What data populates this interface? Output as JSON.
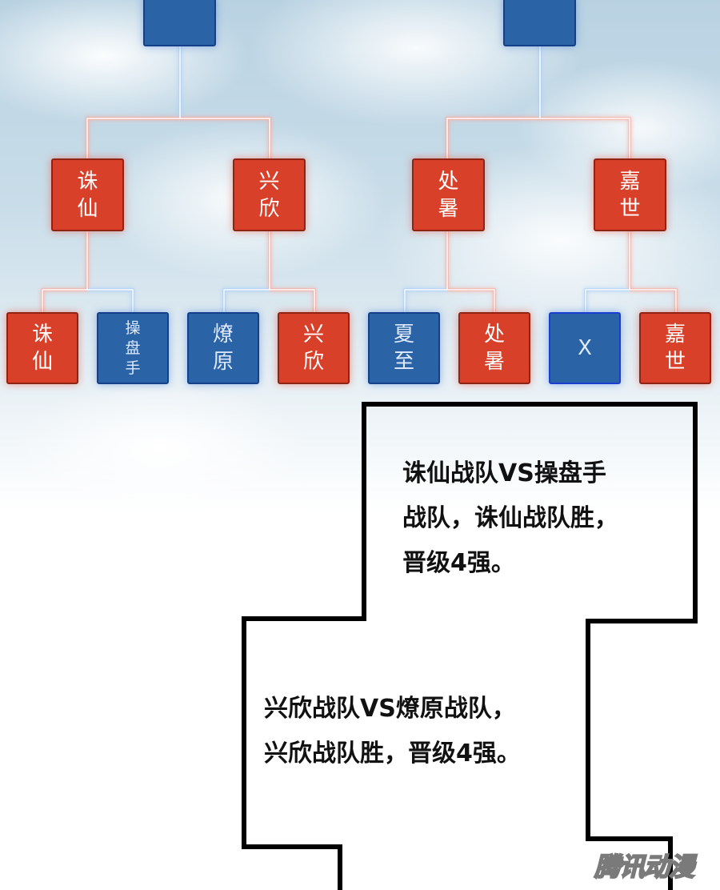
{
  "bracket": {
    "top_boxes": [
      "",
      ""
    ],
    "semifinal": [
      "诛仙",
      "兴欣",
      "处暑",
      "嘉世"
    ],
    "round1": [
      {
        "team": "诛仙",
        "color": "red"
      },
      {
        "team": "操盘手",
        "color": "blue"
      },
      {
        "team": "燎原",
        "color": "blue"
      },
      {
        "team": "兴欣",
        "color": "red"
      },
      {
        "team": "夏至",
        "color": "blue"
      },
      {
        "team": "处暑",
        "color": "red"
      },
      {
        "team": "X",
        "color": "blue"
      },
      {
        "team": "嘉世",
        "color": "red"
      }
    ],
    "colors": {
      "winner": "#d8402a",
      "loser": "#2a63a6",
      "winner_glow": "#f07a6a",
      "loser_glow": "#7fb0f0"
    }
  },
  "captions": {
    "first": [
      "诛仙战队VS操盘手",
      "战队，诛仙战队胜，",
      "晋级4强。"
    ],
    "second": [
      "兴欣战队VS燎原战队，",
      "兴欣战队胜，晋级4强。"
    ]
  },
  "watermark": "腾讯动漫"
}
